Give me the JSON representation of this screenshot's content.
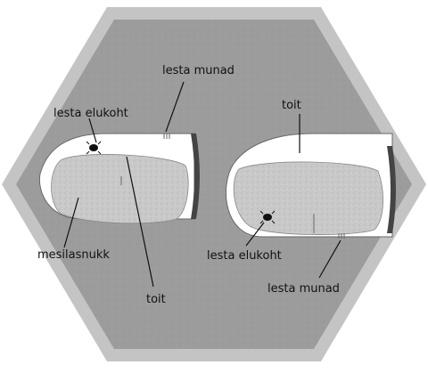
{
  "diagram": {
    "labels": {
      "left_mite_site": "lesta elukoht",
      "left_mite_eggs": "lesta munad",
      "left_bee_pupa": "mesilasnukk",
      "left_food": "toit",
      "right_food": "toit",
      "right_mite_site": "lesta elukoht",
      "right_mite_eggs": "lesta munad"
    },
    "colors": {
      "background": "#ffffff",
      "hexagon_outer": "#c4c4c4",
      "hexagon_inner": "#9a9a9a",
      "cell_fill": "#ffffff",
      "pupa_fill": "#c8c8c8",
      "cap": "#444444",
      "mite": "#111111"
    }
  }
}
